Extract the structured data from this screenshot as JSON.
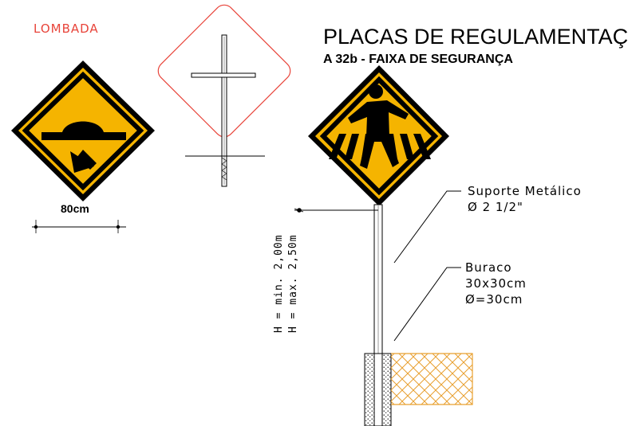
{
  "labels": {
    "lombada": "LOMBADA",
    "width_80cm": "80cm",
    "title": "PLACAS DE REGULAMENTAÇÃO",
    "subtitle": "A 32b - FAIXA DE SEGURANÇA",
    "height_min": "H = min. 2,00m",
    "height_max": "H = max. 2,50m",
    "suporte_line1": "Suporte Metálico",
    "suporte_line2": "Ø 2 1/2\"",
    "buraco_line1": "Buraco",
    "buraco_line2": "30x30cm",
    "buraco_line3": "Ø=30cm"
  },
  "colors": {
    "sign_yellow": "#f5b400",
    "ink": "#000000",
    "red_outline": "#e8443a",
    "soil_orange": "#e8a030"
  }
}
